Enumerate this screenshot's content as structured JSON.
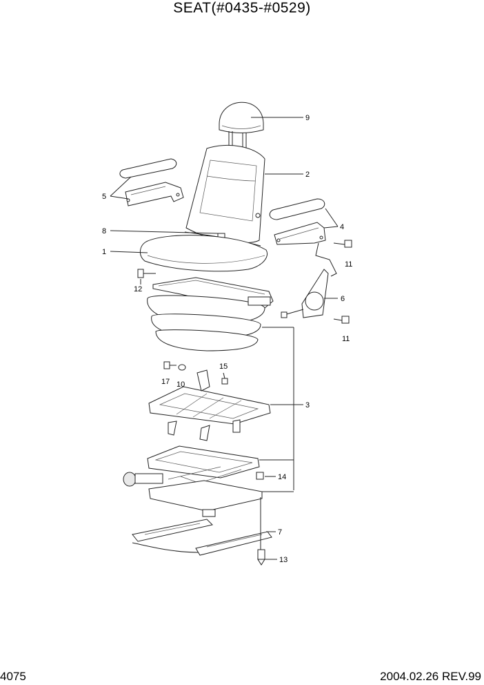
{
  "title": "SEAT(#0435-#0529)",
  "page_number": "4075",
  "revision": "2004.02.26 REV.99",
  "callouts": {
    "c1": "1",
    "c2": "2",
    "c3": "3",
    "c4": "4",
    "c5": "5",
    "c6": "6",
    "c7": "7",
    "c8": "8",
    "c9": "9",
    "c10": "10",
    "c11a": "11",
    "c11b": "11",
    "c12": "12",
    "c13": "13",
    "c14": "14",
    "c15": "15",
    "c17": "17"
  }
}
